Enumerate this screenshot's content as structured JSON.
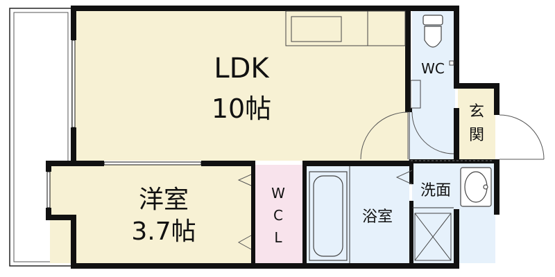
{
  "rooms": {
    "ldk": {
      "name": "LDK",
      "size": "10帖"
    },
    "bedroom": {
      "name": "洋室",
      "size": "3.7帖"
    },
    "wc": {
      "label": "WC"
    },
    "entrance": {
      "line1": "玄",
      "line2": "関"
    },
    "wcl": {
      "line1": "W",
      "line2": "C",
      "line3": "L"
    },
    "bath": {
      "label": "浴室"
    },
    "washroom": {
      "label": "洗面"
    }
  },
  "colors": {
    "ldk_floor": "#f7f1d4",
    "bedroom_floor": "#f7f1d4",
    "wet_area": "#e6f1fb",
    "closet": "#f8e3ec",
    "entrance": "#f7f1d4",
    "wall": "#111111",
    "balcony_outline": "#222222"
  },
  "icons": [
    "toilet-icon",
    "kitchen-counter-icon",
    "bathtub-icon",
    "washbasin-icon",
    "washing-machine-pan-icon"
  ]
}
